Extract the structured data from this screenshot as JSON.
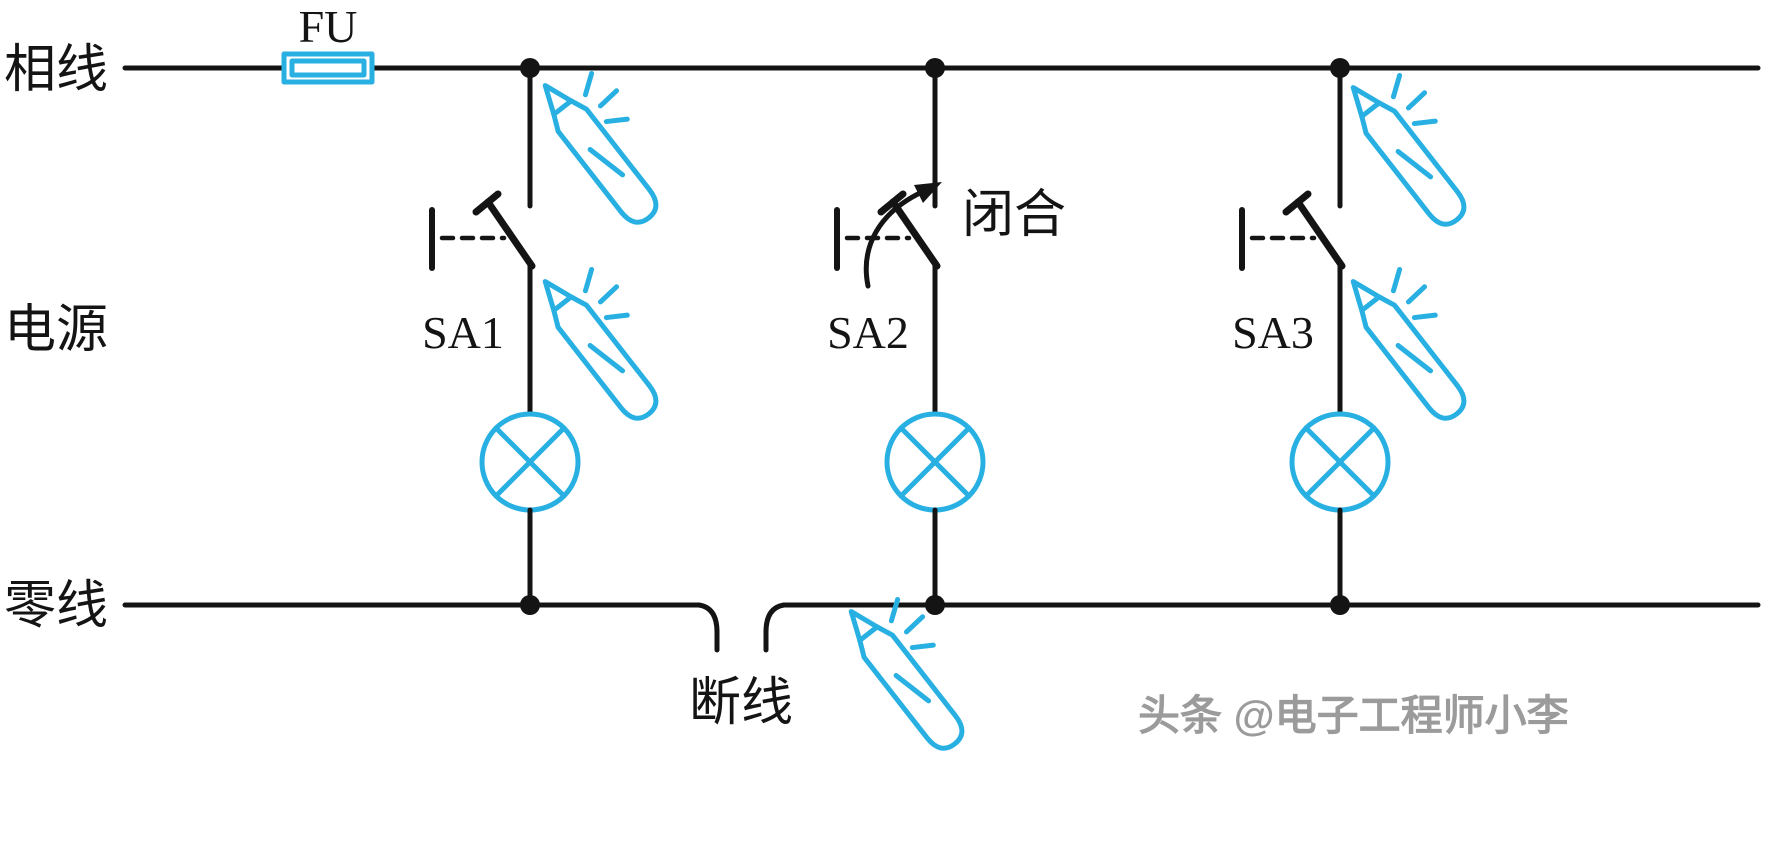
{
  "colors": {
    "wire": "#141414",
    "accent": "#29b0e2",
    "text": "#141414",
    "watermark": "#9b9b9b",
    "background": "#ffffff"
  },
  "labels": {
    "phase_line": "相线",
    "power": "电源",
    "neutral_line": "零线",
    "fuse": "FU",
    "closed": "闭合",
    "broken_line": "断线"
  },
  "switches": [
    {
      "label": "SA1"
    },
    {
      "label": "SA2"
    },
    {
      "label": "SA3"
    }
  ],
  "watermark": "头条 @电子工程师小李"
}
